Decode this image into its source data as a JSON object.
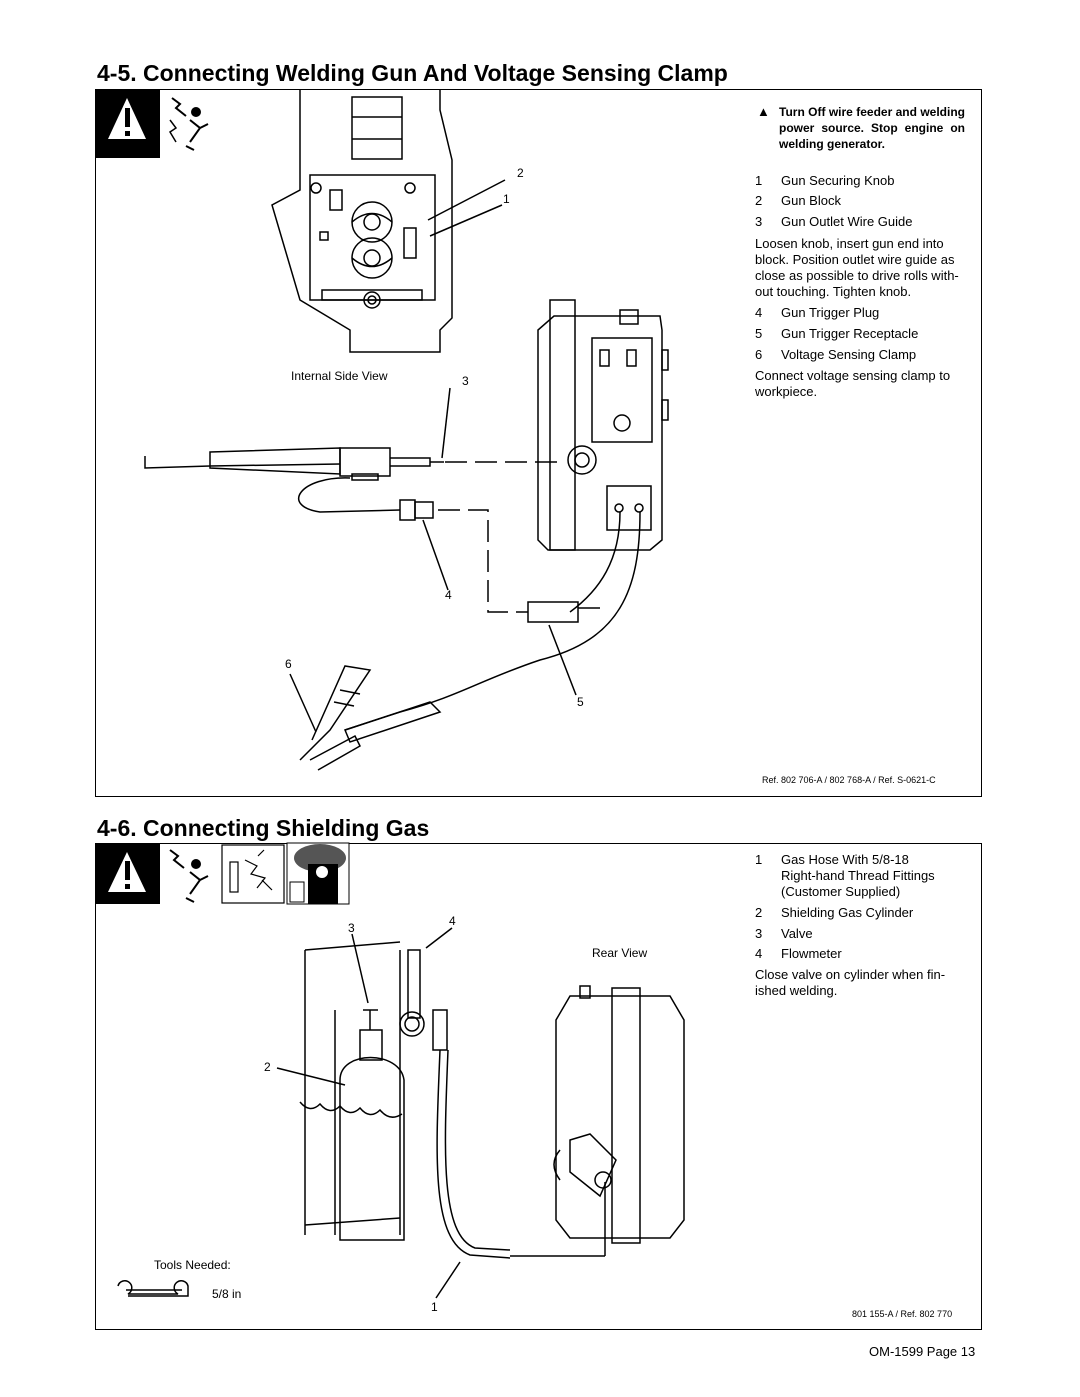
{
  "section45": {
    "title": "4-5.   Connecting Welding Gun And Voltage Sensing Clamp",
    "warning": "Turn Off wire feeder and welding power source. Stop engine on welding generator.",
    "items": [
      {
        "num": "1",
        "label": "Gun Securing Knob"
      },
      {
        "num": "2",
        "label": "Gun Block"
      },
      {
        "num": "3",
        "label": "Gun Outlet Wire Guide"
      }
    ],
    "para1": "Loosen knob, insert gun end into block. Position outlet wire guide as close as possible to drive rolls with-out touching. Tighten knob.",
    "items2": [
      {
        "num": "4",
        "label": "Gun Trigger Plug"
      },
      {
        "num": "5",
        "label": "Gun Trigger Receptacle"
      },
      {
        "num": "6",
        "label": "Voltage Sensing Clamp"
      }
    ],
    "para2": "Connect voltage sensing clamp to workpiece.",
    "view_label": "Internal Side View",
    "callouts": [
      "1",
      "2",
      "3",
      "4",
      "5",
      "6"
    ],
    "ref": "Ref. 802 706-A / 802 768-A / Ref. S-0621-C"
  },
  "section46": {
    "title": "4-6.   Connecting Shielding Gas",
    "items": [
      {
        "num": "1",
        "label": "Gas Hose With 5/8-18"
      },
      {
        "num": "",
        "label": "Right-hand Thread Fittings"
      },
      {
        "num": "",
        "label": "(Customer Supplied)"
      },
      {
        "num": "2",
        "label": "Shielding Gas Cylinder"
      },
      {
        "num": "3",
        "label": "Valve"
      },
      {
        "num": "4",
        "label": "Flowmeter"
      }
    ],
    "para": "Close valve on cylinder when fin-ished welding.",
    "view_label": "Rear View",
    "tools_label": "Tools Needed:",
    "tool_size": "5/8 in",
    "callouts": [
      "1",
      "2",
      "3",
      "4"
    ],
    "ref": "801 155-A / Ref. 802 770"
  },
  "footer": "OM-1599 Page 13"
}
